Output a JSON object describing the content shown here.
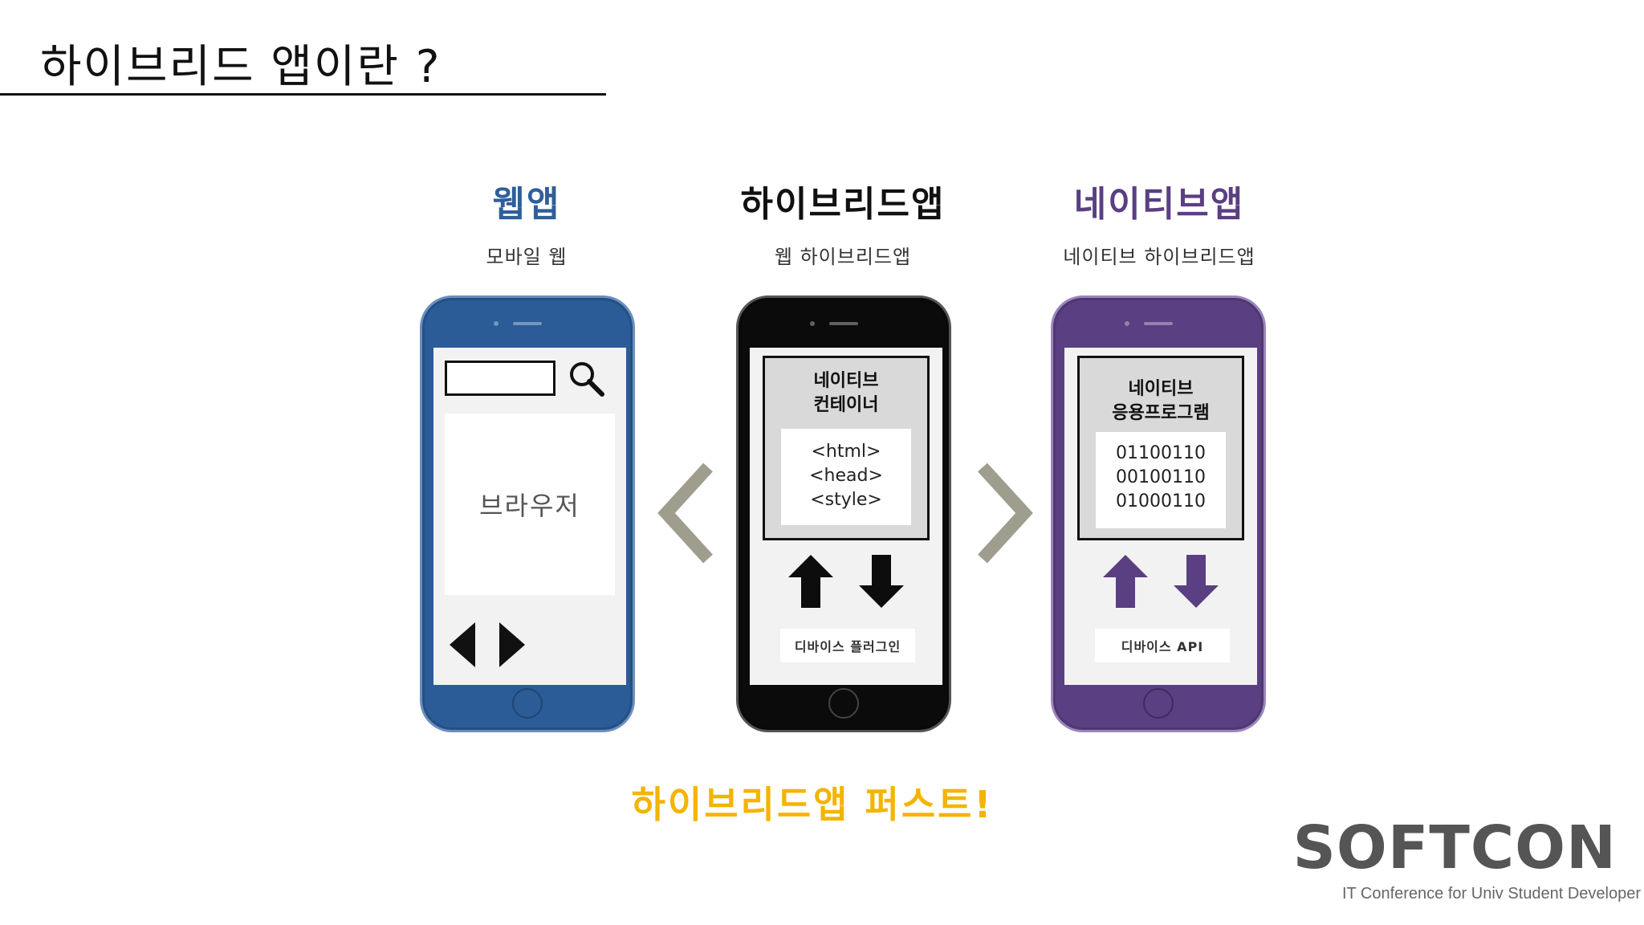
{
  "slide": {
    "title": "하이브리드 앱이란 ?"
  },
  "columns": {
    "web": {
      "title": "웹앱",
      "subtitle": "모바일 웹",
      "title_color": "#2f5f99",
      "screen": {
        "browser_label": "브라우저"
      },
      "icons": [
        "search-icon",
        "nav-back-icon",
        "nav-forward-icon"
      ]
    },
    "hybrid": {
      "title": "하이브리드앱",
      "subtitle": "웹 하이브리드앱",
      "title_color": "#111111",
      "screen": {
        "container_label": [
          "네이티브",
          "컨테이너"
        ],
        "code_lines": [
          "<html>",
          "<head>",
          "<style>"
        ],
        "bottom_label": "디바이스 플러그인"
      },
      "icons": [
        "arrow-up-icon",
        "arrow-down-icon"
      ]
    },
    "native": {
      "title": "네이티브앱",
      "subtitle": "네이티브 하이브리드앱",
      "title_color": "#5a3f82",
      "screen": {
        "container_label": [
          "네이티브",
          "응용프로그램"
        ],
        "code_lines": [
          "01100110",
          "00100110",
          "01000110"
        ],
        "bottom_label": "디바이스 API"
      },
      "icons": [
        "arrow-up-icon",
        "arrow-down-icon"
      ]
    }
  },
  "separators": [
    "chevron-left-icon",
    "chevron-right-icon"
  ],
  "tagline": {
    "text": "하이브리드앱 퍼스트!",
    "color": "#f4b400"
  },
  "brand": {
    "name": "SOFTCON",
    "tagline": "IT Conference for Univ Student Developer"
  }
}
